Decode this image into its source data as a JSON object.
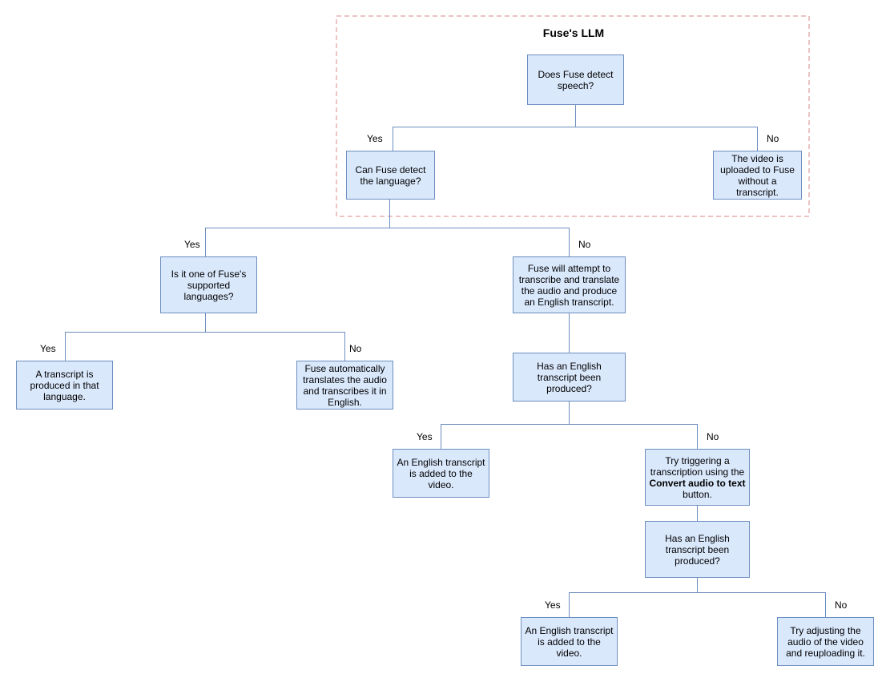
{
  "group_title": "Fuse's LLM",
  "nodes": {
    "detect_speech": "Does Fuse detect speech?",
    "detect_language": "Can Fuse detect the language?",
    "no_transcript": "The video is uploaded to Fuse without a transcript.",
    "supported_languages": "Is it one of Fuse's supported languages?",
    "attempt_transcribe": "Fuse will attempt to transcribe and translate the audio and produce an English transcript.",
    "produced_in_language": "A transcript is produced in that language.",
    "auto_translate": "Fuse automatically translates the audio and transcribes it in English.",
    "english_produced_1": "Has an English transcript been produced?",
    "english_added_1": "An English transcript is added to the video.",
    "try_trigger": {
      "before": "Try triggering a transcription using the ",
      "bold": "Convert audio to text",
      "after": " button."
    },
    "english_produced_2": "Has an English transcript been produced?",
    "english_added_2": "An English transcript is added to the video.",
    "try_adjusting": "Try adjusting the audio of the video and reuploading it."
  },
  "edge_labels": {
    "speech_yes": "Yes",
    "speech_no": "No",
    "language_yes": "Yes",
    "language_no": "No",
    "supported_yes": "Yes",
    "supported_no": "No",
    "english1_yes": "Yes",
    "english1_no": "No",
    "english2_yes": "Yes",
    "english2_no": "No"
  },
  "colors": {
    "node_fill": "#dae8fc",
    "node_stroke": "#6c8ebf",
    "group_border": "#d98a8a"
  }
}
